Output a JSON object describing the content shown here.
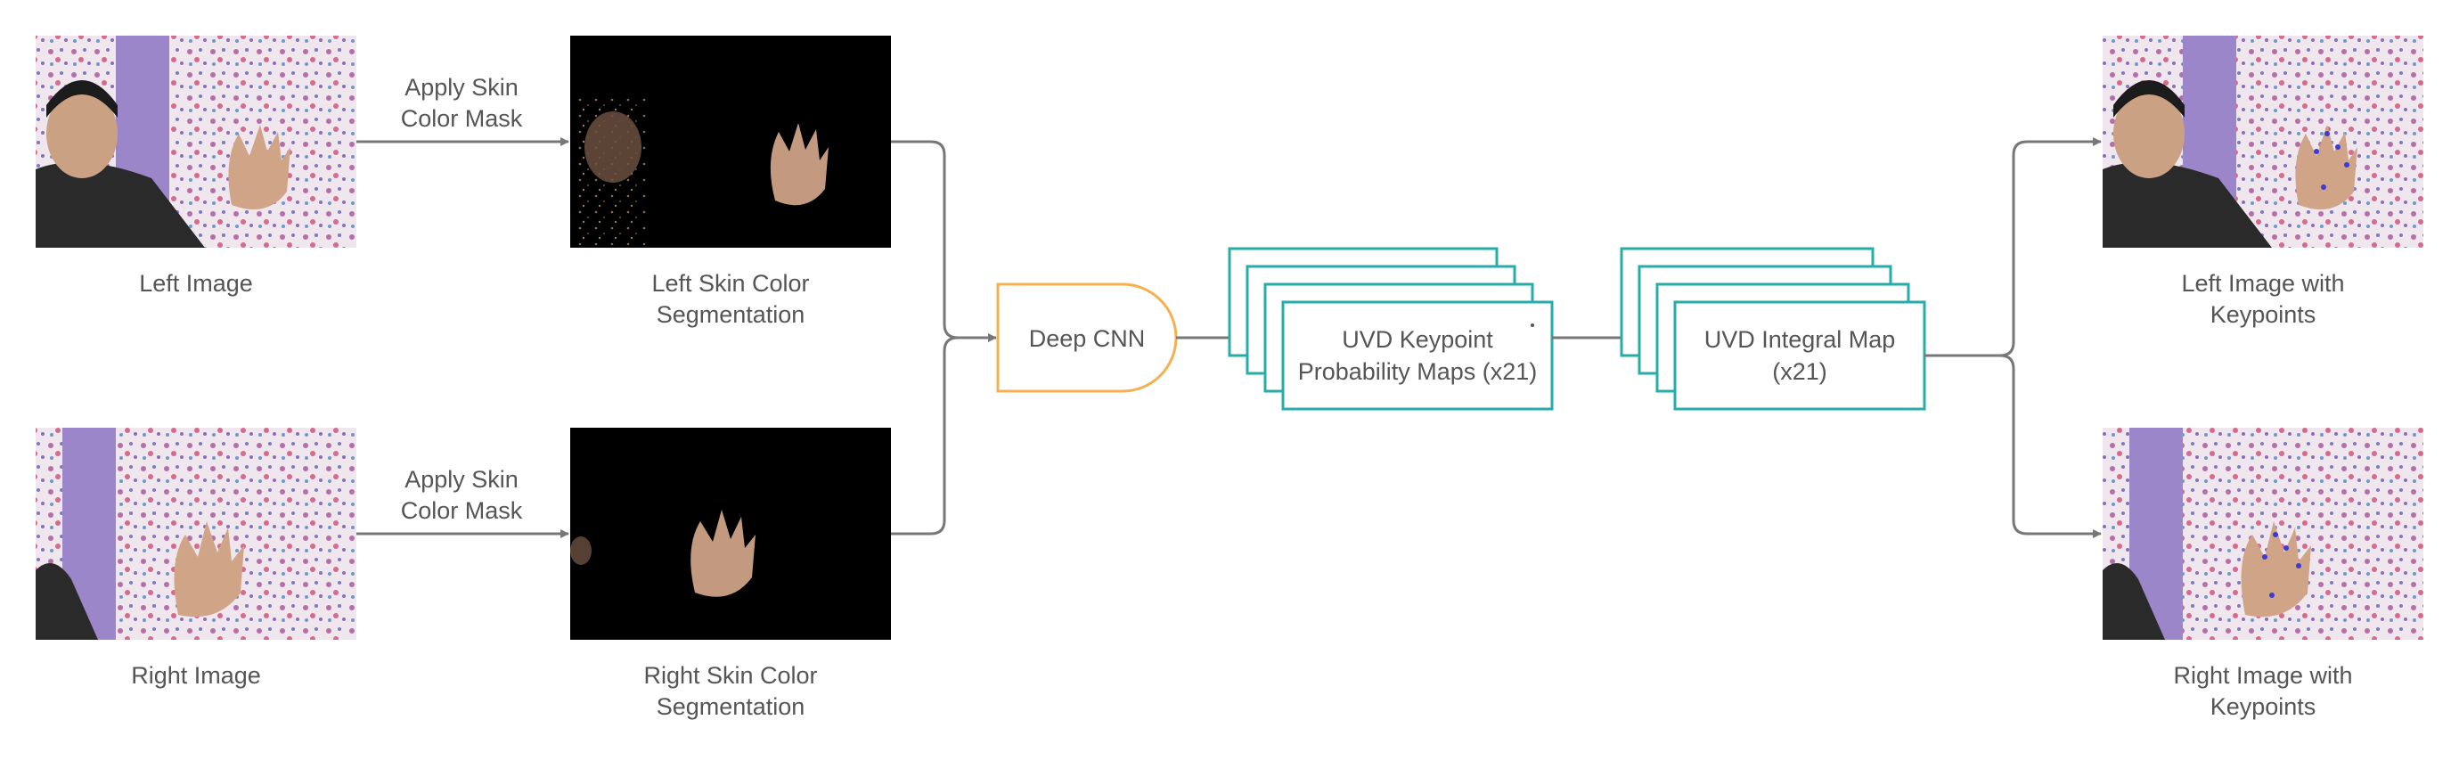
{
  "inputs": {
    "left": {
      "caption": "Left Image"
    },
    "right": {
      "caption": "Right Image"
    }
  },
  "mask_steps": {
    "top": {
      "line1": "Apply Skin",
      "line2": "Color Mask"
    },
    "bottom": {
      "line1": "Apply Skin",
      "line2": "Color Mask"
    }
  },
  "segmentation": {
    "left": {
      "line1": "Left Skin Color",
      "line2": "Segmentation"
    },
    "right": {
      "line1": "Right Skin Color",
      "line2": "Segmentation"
    }
  },
  "cnn": {
    "label": "Deep CNN"
  },
  "probability_maps": {
    "line1": "UVD Keypoint",
    "line2": "Probability Maps (x21)"
  },
  "integral_map": {
    "line1": "UVD Integral Map",
    "line2": "(x21)"
  },
  "outputs": {
    "left": {
      "line1": "Left Image with",
      "line2": "Keypoints"
    },
    "right": {
      "line1": "Right Image with",
      "line2": "Keypoints"
    }
  },
  "colors": {
    "arrow": "#777777",
    "cnn_border": "#f5b04f",
    "map_border": "#26ada8",
    "text": "#555555"
  }
}
